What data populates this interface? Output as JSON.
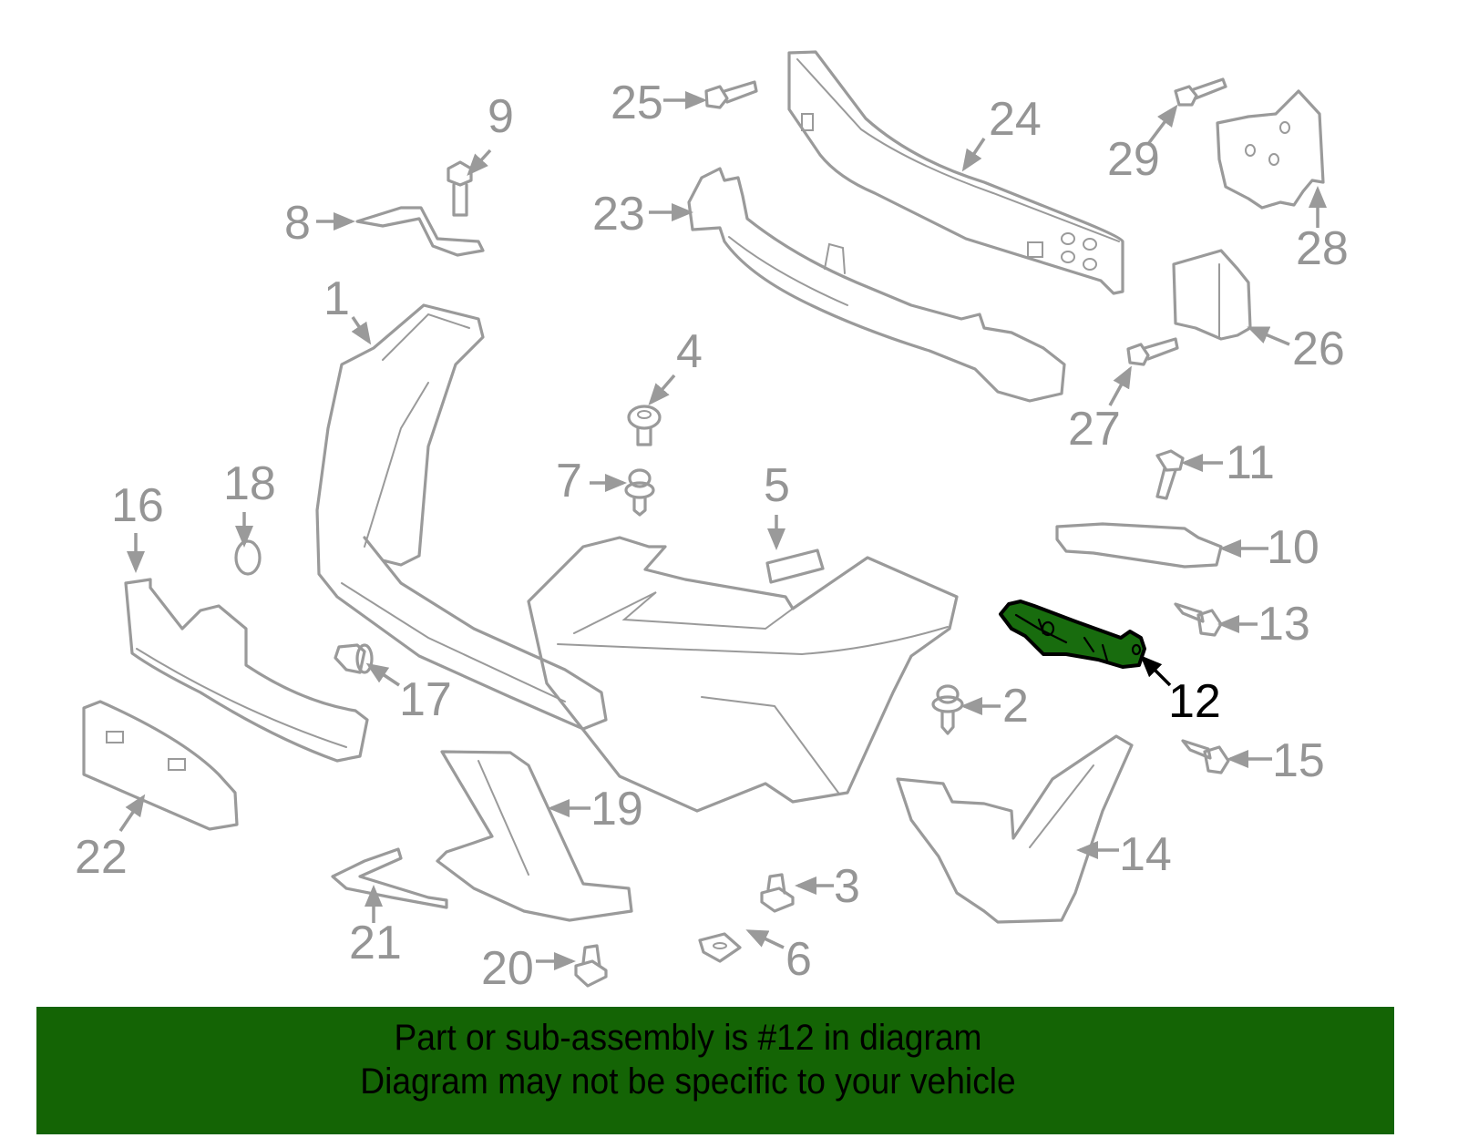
{
  "banner": {
    "line1": "Part or sub-assembly is #12 in diagram",
    "line2": "Diagram may not be specific to your vehicle",
    "background_color": "#146405"
  },
  "diagram": {
    "highlighted_part": "12",
    "highlight_color": "#186c0e",
    "line_color": "#9a9a9a",
    "callouts": [
      {
        "id": "1",
        "label": "1"
      },
      {
        "id": "2",
        "label": "2"
      },
      {
        "id": "3",
        "label": "3"
      },
      {
        "id": "4",
        "label": "4"
      },
      {
        "id": "5",
        "label": "5"
      },
      {
        "id": "6",
        "label": "6"
      },
      {
        "id": "7",
        "label": "7"
      },
      {
        "id": "8",
        "label": "8"
      },
      {
        "id": "9",
        "label": "9"
      },
      {
        "id": "10",
        "label": "10"
      },
      {
        "id": "11",
        "label": "11"
      },
      {
        "id": "12",
        "label": "12"
      },
      {
        "id": "13",
        "label": "13"
      },
      {
        "id": "14",
        "label": "14"
      },
      {
        "id": "15",
        "label": "15"
      },
      {
        "id": "16",
        "label": "16"
      },
      {
        "id": "17",
        "label": "17"
      },
      {
        "id": "18",
        "label": "18"
      },
      {
        "id": "19",
        "label": "19"
      },
      {
        "id": "20",
        "label": "20"
      },
      {
        "id": "21",
        "label": "21"
      },
      {
        "id": "22",
        "label": "22"
      },
      {
        "id": "23",
        "label": "23"
      },
      {
        "id": "24",
        "label": "24"
      },
      {
        "id": "25",
        "label": "25"
      },
      {
        "id": "26",
        "label": "26"
      },
      {
        "id": "27",
        "label": "27"
      },
      {
        "id": "28",
        "label": "28"
      },
      {
        "id": "29",
        "label": "29"
      }
    ]
  }
}
